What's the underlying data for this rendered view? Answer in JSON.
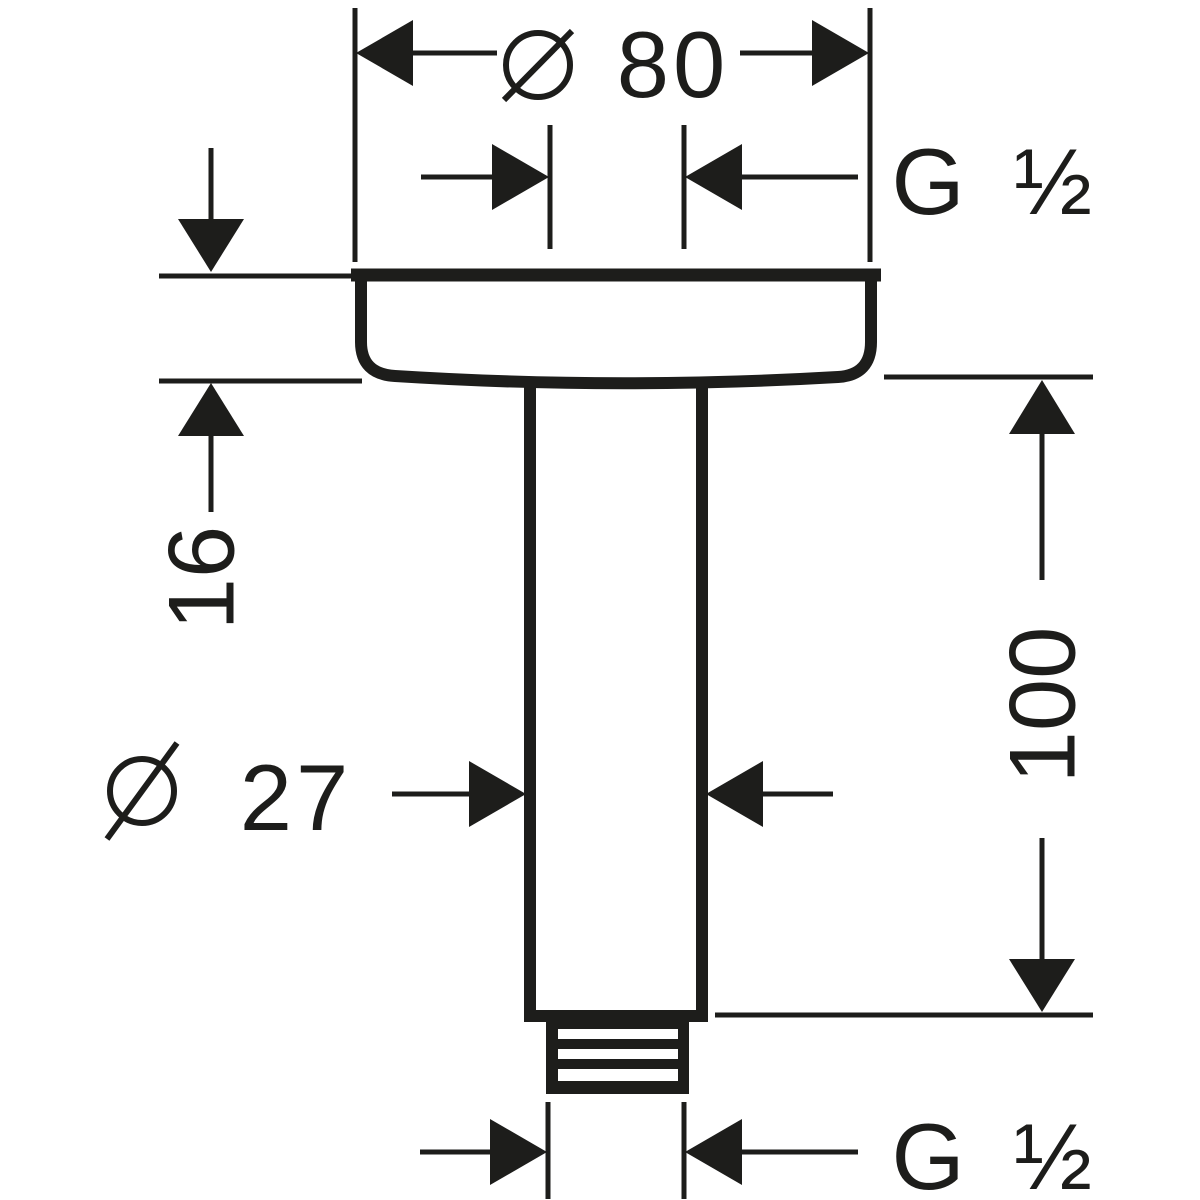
{
  "page": {
    "background_color": "#ffffff",
    "line_color": "#1d1d1b"
  },
  "dimensions": {
    "top_diameter": {
      "symbol": "Ø",
      "value": "80"
    },
    "top_thread": {
      "letter": "G",
      "fraction": "½"
    },
    "flange_height": {
      "value": "16"
    },
    "pipe_diameter": {
      "symbol": "Ø",
      "value": "27"
    },
    "pipe_length": {
      "value": "100"
    },
    "bottom_thread": {
      "letter": "G",
      "fraction": "½"
    }
  }
}
